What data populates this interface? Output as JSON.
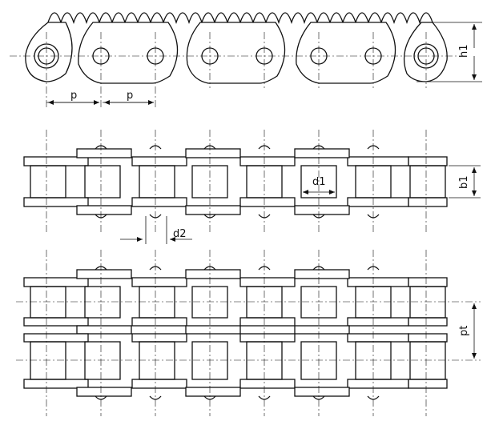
{
  "labels": {
    "pitch_a": "p",
    "pitch_b": "p",
    "height": "h1",
    "roller_diameter": "d1",
    "inner_width": "b1",
    "pin_diameter": "d2",
    "transverse_pitch": "pt"
  }
}
